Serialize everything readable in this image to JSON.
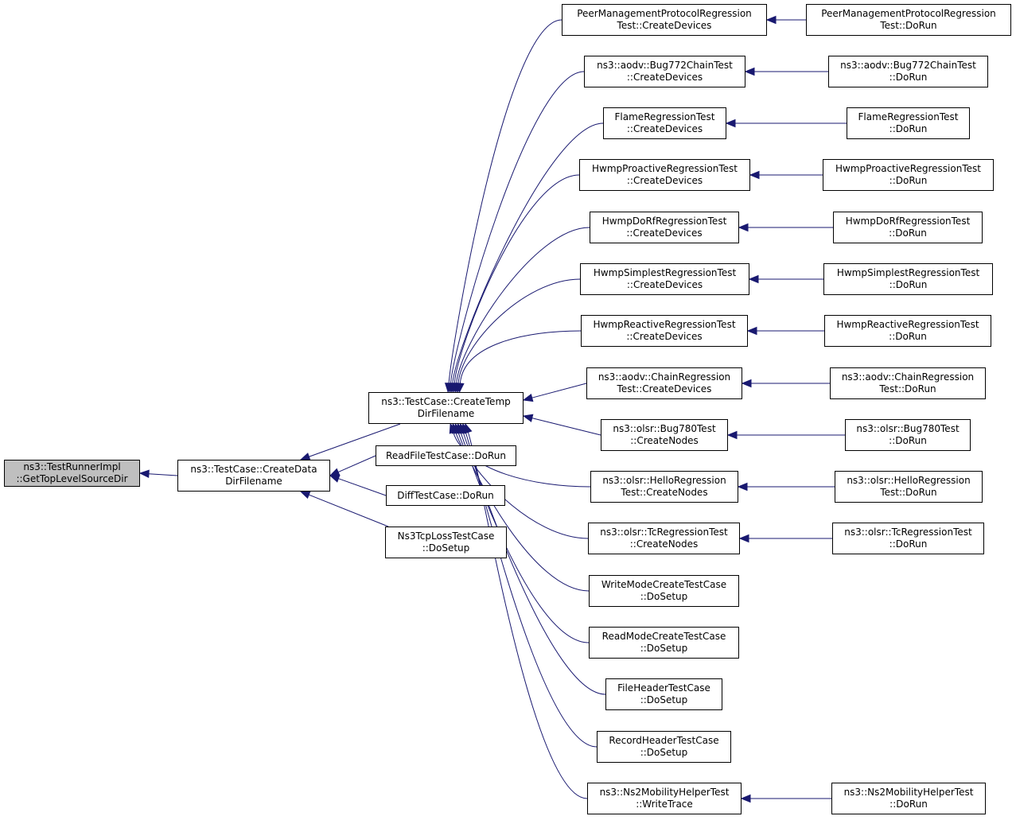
{
  "nodes": [
    {
      "id": "root",
      "lines": [
        "ns3::TestRunnerImpl",
        "::GetTopLevelSourceDir"
      ],
      "highlight": true
    },
    {
      "id": "createdata",
      "lines": [
        "ns3::TestCase::CreateData",
        "DirFilename"
      ]
    },
    {
      "id": "readfile",
      "lines": [
        "ReadFileTestCase::DoRun"
      ]
    },
    {
      "id": "difftest",
      "lines": [
        "DiffTestCase::DoRun"
      ]
    },
    {
      "id": "tcploss",
      "lines": [
        "Ns3TcpLossTestCase",
        "::DoSetup"
      ]
    },
    {
      "id": "createtemp",
      "lines": [
        "ns3::TestCase::CreateTemp",
        "DirFilename"
      ]
    },
    {
      "id": "pmp_cd",
      "lines": [
        "PeerManagementProtocolRegression",
        "Test::CreateDevices"
      ]
    },
    {
      "id": "bug772_cd",
      "lines": [
        "ns3::aodv::Bug772ChainTest",
        "::CreateDevices"
      ]
    },
    {
      "id": "flame_cd",
      "lines": [
        "FlameRegressionTest",
        "::CreateDevices"
      ]
    },
    {
      "id": "hwmppro_cd",
      "lines": [
        "HwmpProactiveRegressionTest",
        "::CreateDevices"
      ]
    },
    {
      "id": "hwmpdorf_cd",
      "lines": [
        "HwmpDoRfRegressionTest",
        "::CreateDevices"
      ]
    },
    {
      "id": "hwmpsimp_cd",
      "lines": [
        "HwmpSimplestRegressionTest",
        "::CreateDevices"
      ]
    },
    {
      "id": "hwmpreac_cd",
      "lines": [
        "HwmpReactiveRegressionTest",
        "::CreateDevices"
      ]
    },
    {
      "id": "aodvchain_cd",
      "lines": [
        "ns3::aodv::ChainRegression",
        "Test::CreateDevices"
      ]
    },
    {
      "id": "bug780_cn",
      "lines": [
        "ns3::olsr::Bug780Test",
        "::CreateNodes"
      ]
    },
    {
      "id": "hello_cn",
      "lines": [
        "ns3::olsr::HelloRegression",
        "Test::CreateNodes"
      ]
    },
    {
      "id": "tc_cn",
      "lines": [
        "ns3::olsr::TcRegressionTest",
        "::CreateNodes"
      ]
    },
    {
      "id": "writemode",
      "lines": [
        "WriteModeCreateTestCase",
        "::DoSetup"
      ]
    },
    {
      "id": "readmode",
      "lines": [
        "ReadModeCreateTestCase",
        "::DoSetup"
      ]
    },
    {
      "id": "fileheader",
      "lines": [
        "FileHeaderTestCase",
        "::DoSetup"
      ]
    },
    {
      "id": "recordheader",
      "lines": [
        "RecordHeaderTestCase",
        "::DoSetup"
      ]
    },
    {
      "id": "ns2mob_wt",
      "lines": [
        "ns3::Ns2MobilityHelperTest",
        "::WriteTrace"
      ]
    },
    {
      "id": "pmp_run",
      "lines": [
        "PeerManagementProtocolRegression",
        "Test::DoRun"
      ]
    },
    {
      "id": "bug772_run",
      "lines": [
        "ns3::aodv::Bug772ChainTest",
        "::DoRun"
      ]
    },
    {
      "id": "flame_run",
      "lines": [
        "FlameRegressionTest",
        "::DoRun"
      ]
    },
    {
      "id": "hwmppro_run",
      "lines": [
        "HwmpProactiveRegressionTest",
        "::DoRun"
      ]
    },
    {
      "id": "hwmpdorf_run",
      "lines": [
        "HwmpDoRfRegressionTest",
        "::DoRun"
      ]
    },
    {
      "id": "hwmpsimp_run",
      "lines": [
        "HwmpSimplestRegressionTest",
        "::DoRun"
      ]
    },
    {
      "id": "hwmpreac_run",
      "lines": [
        "HwmpReactiveRegressionTest",
        "::DoRun"
      ]
    },
    {
      "id": "aodvchain_run",
      "lines": [
        "ns3::aodv::ChainRegression",
        "Test::DoRun"
      ]
    },
    {
      "id": "bug780_run",
      "lines": [
        "ns3::olsr::Bug780Test",
        "::DoRun"
      ]
    },
    {
      "id": "hello_run",
      "lines": [
        "ns3::olsr::HelloRegression",
        "Test::DoRun"
      ]
    },
    {
      "id": "tc_run",
      "lines": [
        "ns3::olsr::TcRegressionTest",
        "::DoRun"
      ]
    },
    {
      "id": "ns2mob_run",
      "lines": [
        "ns3::Ns2MobilityHelperTest",
        "::DoRun"
      ]
    }
  ],
  "edges": [
    {
      "from": "createdata",
      "to": "root"
    },
    {
      "from": "readfile",
      "to": "createdata"
    },
    {
      "from": "difftest",
      "to": "createdata"
    },
    {
      "from": "tcploss",
      "to": "createdata"
    },
    {
      "from": "createtemp",
      "to": "createdata"
    },
    {
      "from": "pmp_cd",
      "to": "createtemp"
    },
    {
      "from": "bug772_cd",
      "to": "createtemp"
    },
    {
      "from": "flame_cd",
      "to": "createtemp"
    },
    {
      "from": "hwmppro_cd",
      "to": "createtemp"
    },
    {
      "from": "hwmpdorf_cd",
      "to": "createtemp"
    },
    {
      "from": "hwmpsimp_cd",
      "to": "createtemp"
    },
    {
      "from": "hwmpreac_cd",
      "to": "createtemp"
    },
    {
      "from": "aodvchain_cd",
      "to": "createtemp"
    },
    {
      "from": "bug780_cn",
      "to": "createtemp"
    },
    {
      "from": "hello_cn",
      "to": "createtemp"
    },
    {
      "from": "tc_cn",
      "to": "createtemp"
    },
    {
      "from": "writemode",
      "to": "createtemp"
    },
    {
      "from": "readmode",
      "to": "createtemp"
    },
    {
      "from": "fileheader",
      "to": "createtemp"
    },
    {
      "from": "recordheader",
      "to": "createtemp"
    },
    {
      "from": "ns2mob_wt",
      "to": "createtemp"
    },
    {
      "from": "pmp_run",
      "to": "pmp_cd"
    },
    {
      "from": "bug772_run",
      "to": "bug772_cd"
    },
    {
      "from": "flame_run",
      "to": "flame_cd"
    },
    {
      "from": "hwmppro_run",
      "to": "hwmppro_cd"
    },
    {
      "from": "hwmpdorf_run",
      "to": "hwmpdorf_cd"
    },
    {
      "from": "hwmpsimp_run",
      "to": "hwmpsimp_cd"
    },
    {
      "from": "hwmpreac_run",
      "to": "hwmpreac_cd"
    },
    {
      "from": "aodvchain_run",
      "to": "aodvchain_cd"
    },
    {
      "from": "bug780_run",
      "to": "bug780_cn"
    },
    {
      "from": "hello_run",
      "to": "hello_cn"
    },
    {
      "from": "tc_run",
      "to": "tc_cn"
    },
    {
      "from": "ns2mob_run",
      "to": "ns2mob_wt"
    }
  ],
  "colors": {
    "edge": "#191970",
    "border": "#000000",
    "highlight": "#bfbfbf"
  }
}
